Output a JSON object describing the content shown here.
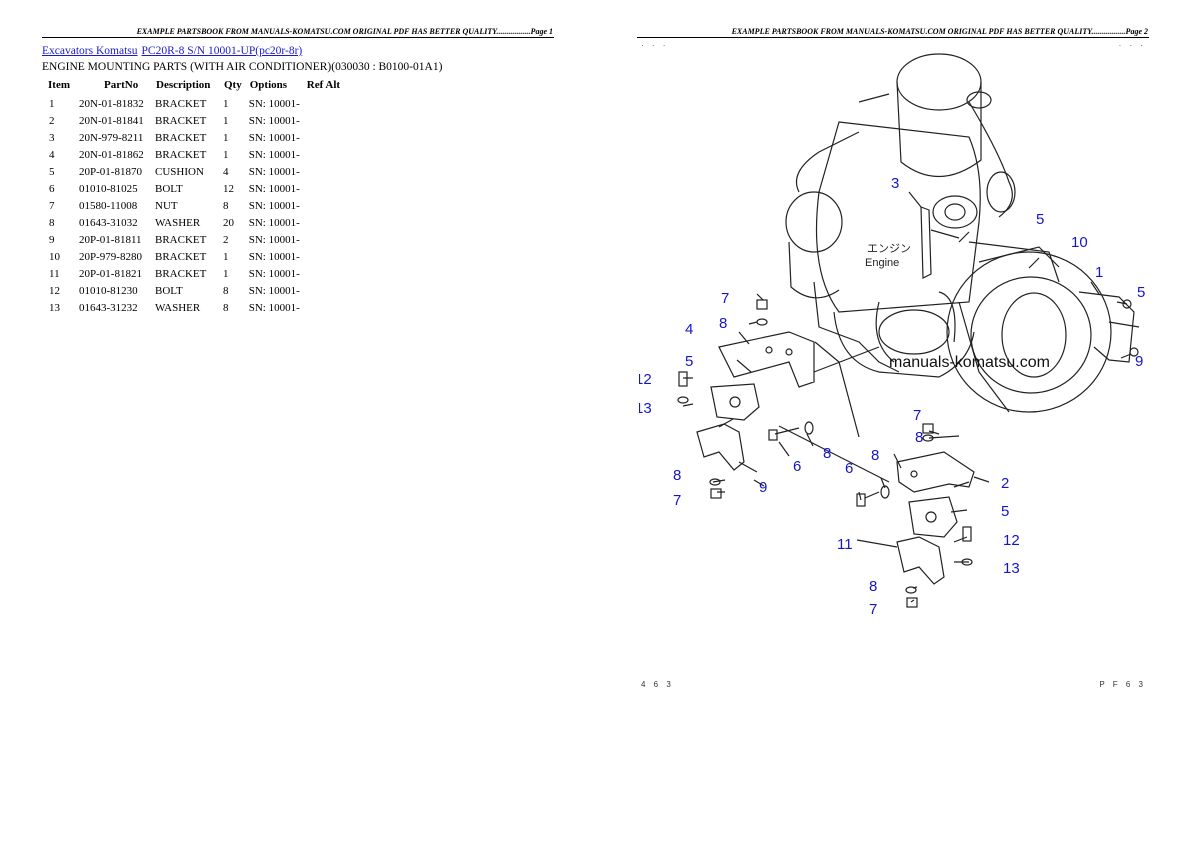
{
  "page1": {
    "header": "EXAMPLE PARTSBOOK FROM MANUALS-KOMATSU.COM ORIGINAL PDF HAS BETTER QUALITY.................Page 1",
    "breadcrumb": {
      "link1": "Excavators Komatsu",
      "link2": "PC20R-8 S/N 10001-UP(pc20r-8r)"
    },
    "subtitle": "ENGINE MOUNTING PARTS (WITH AIR CONDITIONER)(030030 : B0100-01A1)",
    "table": {
      "headers": [
        "Item",
        "PartNo",
        "Description",
        "Qty",
        "Options",
        "Ref Alt"
      ],
      "rows": [
        [
          "1",
          "20N-01-81832",
          "BRACKET",
          "1",
          "SN: 10001-",
          ""
        ],
        [
          "2",
          "20N-01-81841",
          "BRACKET",
          "1",
          "SN: 10001-",
          ""
        ],
        [
          "3",
          "20N-979-8211",
          "BRACKET",
          "1",
          "SN: 10001-",
          ""
        ],
        [
          "4",
          "20N-01-81862",
          "BRACKET",
          "1",
          "SN: 10001-",
          ""
        ],
        [
          "5",
          "20P-01-81870",
          "CUSHION",
          "4",
          "SN: 10001-",
          ""
        ],
        [
          "6",
          "01010-81025",
          "BOLT",
          "12",
          "SN: 10001-",
          ""
        ],
        [
          "7",
          "01580-11008",
          "NUT",
          "8",
          "SN: 10001-",
          ""
        ],
        [
          "8",
          "01643-31032",
          "WASHER",
          "20",
          "SN: 10001-",
          ""
        ],
        [
          "9",
          "20P-01-81811",
          "BRACKET",
          "2",
          "SN: 10001-",
          ""
        ],
        [
          "10",
          "20P-979-8280",
          "BRACKET",
          "1",
          "SN: 10001-",
          ""
        ],
        [
          "11",
          "20P-01-81821",
          "BRACKET",
          "1",
          "SN: 10001-",
          ""
        ],
        [
          "12",
          "01010-81230",
          "BOLT",
          "8",
          "SN: 10001-",
          ""
        ],
        [
          "13",
          "01643-31232",
          "WASHER",
          "8",
          "SN: 10001-",
          ""
        ]
      ]
    }
  },
  "page2": {
    "header": "EXAMPLE PARTSBOOK FROM MANUALS-KOMATSU.COM ORIGINAL PDF HAS BETTER QUALITY.................Page 2",
    "tick_left": "· · ·",
    "tick_right": "· · ·",
    "watermark": "manuals-komatsu.com",
    "engine_label_jp": "エンジン",
    "engine_label_en": "Engine",
    "callouts": [
      "1",
      "2",
      "3",
      "4",
      "5",
      "5",
      "5",
      "5",
      "6",
      "6",
      "7",
      "7",
      "7",
      "7",
      "8",
      "8",
      "8",
      "8",
      "8",
      "8",
      "9",
      "9",
      "10",
      "11",
      "12",
      "12",
      "13",
      "13"
    ],
    "footer_left": "4 6 3",
    "footer_right": "P F 6 3"
  }
}
